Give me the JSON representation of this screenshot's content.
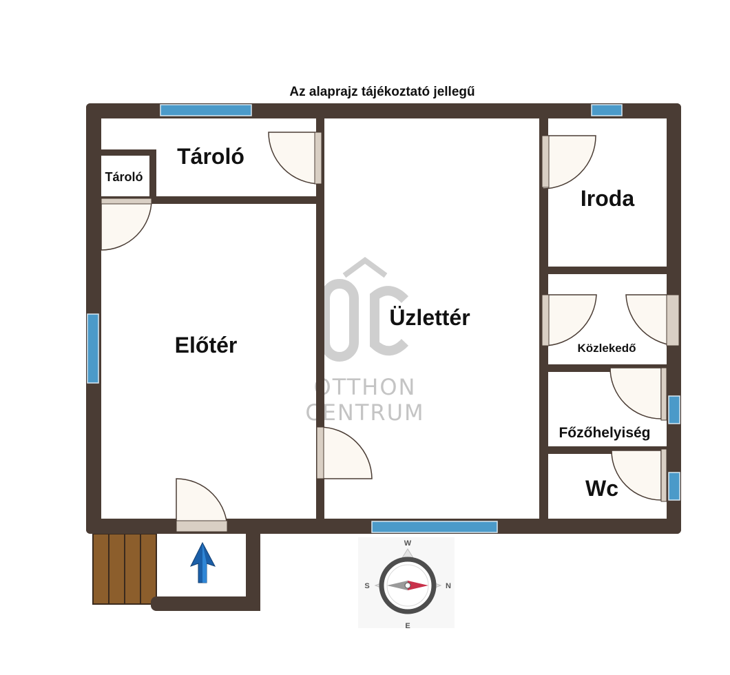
{
  "header": {
    "note": "Az alaprajz tájékoztató jellegű"
  },
  "rooms": {
    "taroloLarge": "Tároló",
    "taroloSmall": "Tároló",
    "iroda": "Iroda",
    "uzletter": "Üzlettér",
    "eloter": "Előtér",
    "kozlekedo": "Közlekedő",
    "fozohelyiseg": "Főzőhelyiség",
    "wc": "Wc"
  },
  "watermark": {
    "logo_letters": "OC",
    "line1": "OTTHON",
    "line2": "CENTRUM"
  },
  "compass": {
    "top": "W",
    "right": "N",
    "bottom": "E",
    "left": "S"
  },
  "colors": {
    "wall": "#4a3c34",
    "window": "#4b9ac9",
    "door_fill": "#fcf8f2",
    "door_jamb": "#d9cfc4",
    "stairs": "#8c5e2c",
    "entrance_arrow": "#1b5fa8",
    "compass_needle_red": "#c8314a"
  },
  "icons": [
    "entrance-arrow-icon",
    "compass-icon",
    "stairs-icon",
    "door-swing-icon",
    "window-icon"
  ]
}
